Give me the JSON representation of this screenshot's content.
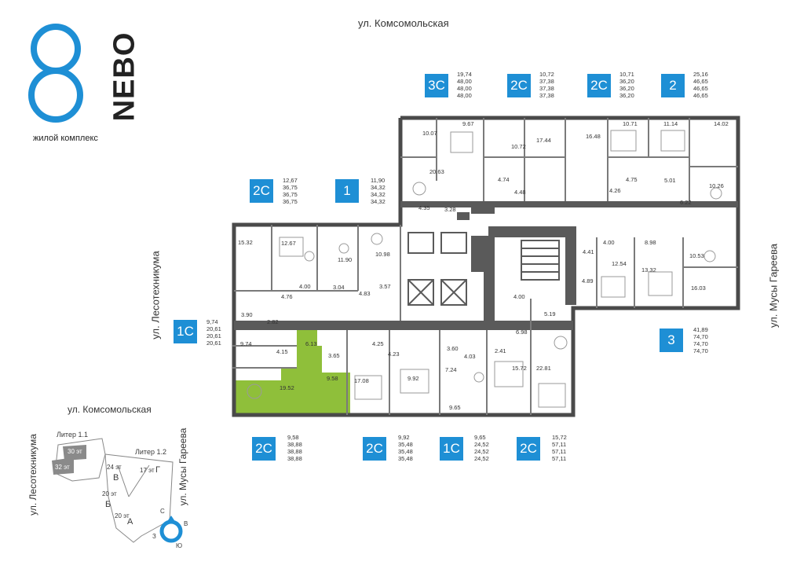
{
  "logo": {
    "brand": "NEBO",
    "subtitle": "жилой комплекс",
    "accent_color": "#1e8fd5"
  },
  "streets": {
    "top": "ул. Комсомольская",
    "left": "ул. Лесотехникума",
    "right": "ул. Мусы Гареева"
  },
  "apartments": [
    {
      "type": "3С",
      "areas": [
        "19,74",
        "48,00",
        "48,00",
        "48,00"
      ]
    },
    {
      "type": "2С",
      "areas": [
        "10,72",
        "37,38",
        "37,38",
        "37,38"
      ]
    },
    {
      "type": "2С",
      "areas": [
        "10,71",
        "36,20",
        "36,20",
        "36,20"
      ]
    },
    {
      "type": "2",
      "areas": [
        "25,16",
        "46,65",
        "46,65",
        "46,65"
      ]
    },
    {
      "type": "2С",
      "areas": [
        "12,67",
        "36,75",
        "36,75",
        "36,75"
      ]
    },
    {
      "type": "1",
      "areas": [
        "11,90",
        "34,32",
        "34,32",
        "34,32"
      ]
    },
    {
      "type": "1С",
      "areas": [
        "9,74",
        "20,61",
        "20,61",
        "20,61"
      ]
    },
    {
      "type": "3",
      "areas": [
        "41,89",
        "74,70",
        "74,70",
        "74,70"
      ]
    },
    {
      "type": "2С",
      "areas": [
        "9,58",
        "38,88",
        "38,88",
        "38,88"
      ]
    },
    {
      "type": "2С",
      "areas": [
        "9,92",
        "35,48",
        "35,48",
        "35,48"
      ]
    },
    {
      "type": "1С",
      "areas": [
        "9,65",
        "24,52",
        "24,52",
        "24,52"
      ]
    },
    {
      "type": "2С",
      "areas": [
        "15,72",
        "57,11",
        "57,11",
        "57,11"
      ]
    }
  ],
  "room_areas": [
    "10.07",
    "9.67",
    "10.72",
    "17.44",
    "16.48",
    "10.71",
    "11.14",
    "14.02",
    "20.63",
    "4.74",
    "4.48",
    "4.75",
    "4.26",
    "5.01",
    "10.26",
    "6.22",
    "4.35",
    "3.28",
    "15.32",
    "12.67",
    "11.90",
    "10.98",
    "4.00",
    "8.98",
    "4.41",
    "12.54",
    "13.32",
    "10.53",
    "4.00",
    "3.04",
    "4.83",
    "3.57",
    "4.76",
    "4.89",
    "16.03",
    "4.00",
    "5.19",
    "3.90",
    "2.82",
    "6.98",
    "9.74",
    "6.13",
    "4.25",
    "4.15",
    "3.65",
    "3.60",
    "4.23",
    "4.03",
    "2.41",
    "19.52",
    "9.58",
    "17.08",
    "9.92",
    "7.24",
    "15.72",
    "22.81",
    "9.65"
  ],
  "highlight": {
    "color": "#8fbf3a",
    "room_areas": [
      "6.13",
      "3.65",
      "19.52",
      "9.58"
    ]
  },
  "site_plan": {
    "street_top": "ул. Комсомольская",
    "street_left": "ул. Лесотехникума",
    "street_right": "ул. Мусы Гареева",
    "liter_1_1": "Литер 1.1",
    "liter_1_2": "Литер 1.2",
    "floors": [
      "30 эт",
      "32 эт",
      "24 эт",
      "17 эт",
      "20 эт",
      "20 эт"
    ],
    "sections": [
      "В",
      "Г",
      "Б",
      "А"
    ]
  },
  "compass": {
    "n": "С",
    "e": "В",
    "s": "Ю",
    "w": "З"
  }
}
